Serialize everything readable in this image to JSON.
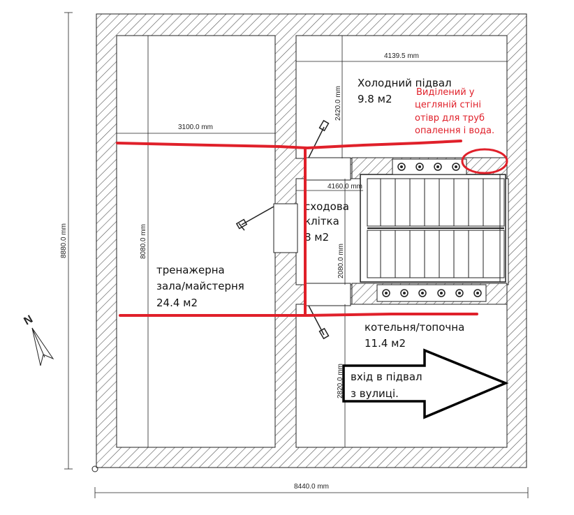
{
  "colors": {
    "wall_hatch": "#555555",
    "annotation_red": "#e0202a",
    "arrow_black": "#000000",
    "room_fill": "#ffffff"
  },
  "dimensions": {
    "overall_height": "8880.0 mm",
    "overall_width": "8440.0 mm",
    "gym_width": "3100.0 mm",
    "gym_height": "8080.0 mm",
    "cold_width": "4139.5 mm",
    "cold_height": "2420.0 mm",
    "stair_width": "4160.0 mm",
    "stair_height": "2080.0 mm",
    "boiler_height": "2820.0 mm"
  },
  "rooms": {
    "cold_cellar": {
      "name": "Холодний підвал",
      "area": "9.8 м2"
    },
    "stairwell": {
      "name_line1": "сходова",
      "name_line2": "клітка",
      "area": "8 м2"
    },
    "gym": {
      "name_line1": "тренажерна",
      "name_line2": "зала/майстерня",
      "area": "24.4 м2"
    },
    "boiler": {
      "name": "котельня/топочна",
      "area": "11.4 м2"
    }
  },
  "annotations": {
    "pipe_opening": [
      "Виділений у",
      "цегляній стіні",
      "отівр для труб",
      "опалення і вода."
    ],
    "entrance": [
      "вхід в підвал",
      "з вулиці."
    ]
  },
  "compass": {
    "label": "N",
    "icon": "north-arrow-icon"
  }
}
